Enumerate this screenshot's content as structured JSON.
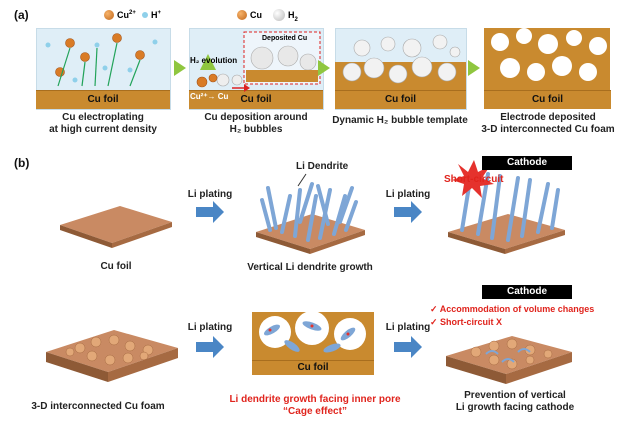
{
  "panel_a": {
    "tag": "(a)",
    "legend1": {
      "cu": "Cu",
      "cu_sup": "2+",
      "h": "H",
      "h_sup": "+"
    },
    "legend2": {
      "cu": "Cu",
      "h2": "H",
      "h2_sub": "2"
    },
    "step1": {
      "foil": "Cu foil",
      "caption_l1": "Cu electroplating",
      "caption_l2": "at high current density"
    },
    "step2": {
      "foil": "Cu foil",
      "h2_evolution": "H₂ evolution",
      "cu_reaction": "Cu²⁺→ Cu",
      "deposited": "Deposited Cu",
      "caption_l1": "Cu deposition around",
      "caption_l2": "H₂ bubbles"
    },
    "step3": {
      "foil": "Cu foil",
      "caption": "Dynamic H₂ bubble template"
    },
    "step4": {
      "foil": "Cu foil",
      "caption_l1": "Electrode deposited",
      "caption_l2": "3-D interconnected Cu foam"
    }
  },
  "panel_b": {
    "tag": "(b)",
    "row1": {
      "substrate": "Cu foil",
      "arrow1": "Li plating",
      "dendrite_label": "Li Dendrite",
      "middle_caption": "Vertical Li dendrite growth",
      "arrow2": "Li plating",
      "cathode": "Cathode",
      "short": "Short-circuit"
    },
    "row2": {
      "substrate": "3-D interconnected Cu foam",
      "arrow1": "Li plating",
      "foil": "Cu foil",
      "middle_caption_l1": "Li dendrite growth facing inner pore",
      "middle_caption_l2": "“Cage effect”",
      "arrow2": "Li plating",
      "cathode": "Cathode",
      "check1": "✓ Accommodation of volume changes",
      "check2": "✓ Short-circuit X",
      "result_l1": "Prevention of vertical",
      "result_l2": "Li growth facing cathode"
    }
  }
}
